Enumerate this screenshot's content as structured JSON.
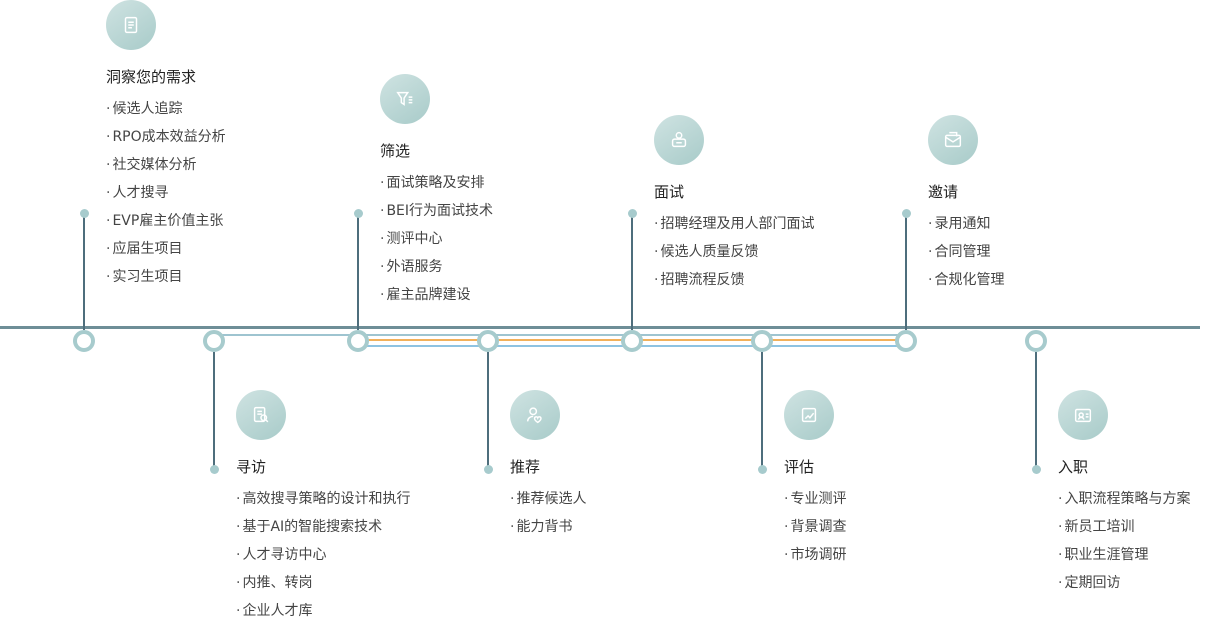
{
  "stages": [
    {
      "title": "洞察您的需求",
      "icon": "document-icon",
      "items": [
        "候选人追踪",
        "RPO成本效益分析",
        "社交媒体分析",
        "人才搜寻",
        "EVP雇主价值主张",
        "应届生项目",
        "实习生项目"
      ]
    },
    {
      "title": "寻访",
      "icon": "search-document-icon",
      "items": [
        "高效搜寻策略的设计和执行",
        "基于AI的智能搜索技术",
        "人才寻访中心",
        "内推、转岗",
        "企业人才库"
      ]
    },
    {
      "title": "筛选",
      "icon": "filter-icon",
      "items": [
        "面试策略及安排",
        "BEI行为面试技术",
        "测评中心",
        "外语服务",
        "雇主品牌建设"
      ]
    },
    {
      "title": "推荐",
      "icon": "recommend-user-icon",
      "items": [
        "推荐候选人",
        "能力背书"
      ]
    },
    {
      "title": "面试",
      "icon": "interview-icon",
      "items": [
        "招聘经理及用人部门面试",
        "候选人质量反馈",
        "招聘流程反馈"
      ]
    },
    {
      "title": "评估",
      "icon": "evaluate-icon",
      "items": [
        "专业测评",
        "背景调查",
        "市场调研"
      ]
    },
    {
      "title": "邀请",
      "icon": "envelope-icon",
      "items": [
        "录用通知",
        "合同管理",
        "合规化管理"
      ]
    },
    {
      "title": "入职",
      "icon": "id-card-icon",
      "items": [
        "入职流程策略与方案",
        "新员工培训",
        "职业生涯管理",
        "定期回访"
      ]
    }
  ],
  "colors": {
    "main_line": "#6e8e97",
    "ring": "#a7cbcd",
    "icon_circle": "#b9d6d4",
    "band_teal": "#9ec4d0",
    "band_orange": "#f2b05a",
    "band_blue": "#8ec3e2"
  }
}
